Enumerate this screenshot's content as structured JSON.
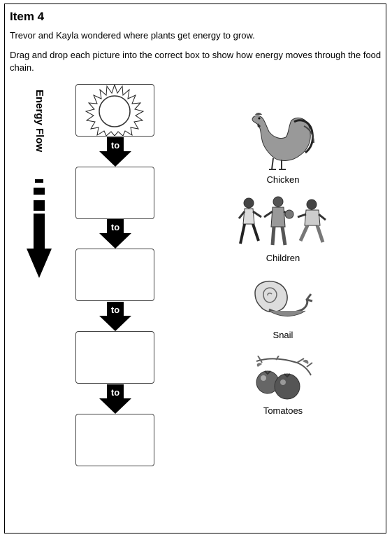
{
  "item": {
    "title": "Item 4"
  },
  "prompt": {
    "line1": "Trevor and Kayla wondered where plants get energy to grow.",
    "line2": "Drag and drop each picture into the correct box to show how energy moves through the food chain."
  },
  "flow": {
    "label": "Energy Flow",
    "connector_label": "to",
    "start_icon": "sun-icon",
    "empty_boxes": 4
  },
  "choices": [
    {
      "label": "Chicken",
      "icon": "chicken-icon"
    },
    {
      "label": "Children",
      "icon": "children-icon"
    },
    {
      "label": "Snail",
      "icon": "snail-icon"
    },
    {
      "label": "Tomatoes",
      "icon": "tomatoes-icon"
    }
  ]
}
